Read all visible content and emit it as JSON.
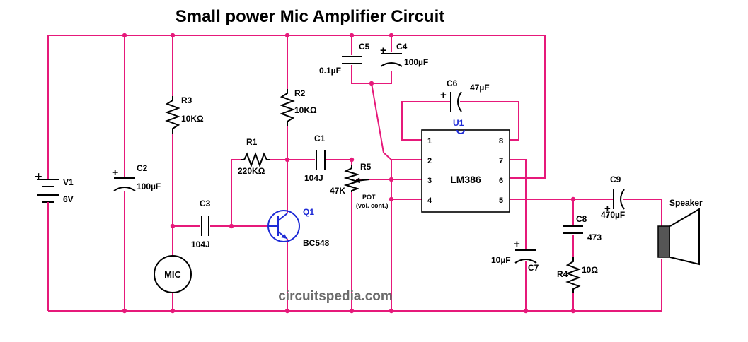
{
  "title": "Small power Mic Amplifier Circuit",
  "website": "circuitspedia.com",
  "components": {
    "v1": {
      "name": "V1",
      "value": "6V"
    },
    "c2": {
      "name": "C2",
      "value": "100µF"
    },
    "r3": {
      "name": "R3",
      "value": "10KΩ"
    },
    "r2": {
      "name": "R2",
      "value": "10KΩ"
    },
    "r1": {
      "name": "R1",
      "value": "220KΩ"
    },
    "c1": {
      "name": "C1",
      "value": "104J"
    },
    "c3": {
      "name": "C3",
      "value": "104J"
    },
    "q1": {
      "name": "Q1",
      "value": "BC548"
    },
    "mic": {
      "name": "MIC"
    },
    "r5": {
      "name": "R5",
      "value": "47K",
      "note1": "POT",
      "note2": "(vol. cont.)"
    },
    "c5": {
      "name": "C5",
      "value": "0.1µF"
    },
    "c4": {
      "name": "C4",
      "value": "100µF"
    },
    "c6": {
      "name": "C6",
      "value": "47µF"
    },
    "u1": {
      "name": "U1",
      "chip": "LM386",
      "pins": [
        "1",
        "2",
        "3",
        "4",
        "8",
        "7",
        "6",
        "5"
      ]
    },
    "c7": {
      "name": "C7",
      "value": "10µF"
    },
    "c8": {
      "name": "C8",
      "value": "473"
    },
    "r4": {
      "name": "R4",
      "value": "10Ω"
    },
    "c9": {
      "name": "C9",
      "value": "470µF"
    },
    "speaker": {
      "name": "Speaker"
    }
  },
  "colors": {
    "wire": "#e6197a",
    "transistor": "#1e2bd6",
    "watermark": "#6b6b6b"
  }
}
